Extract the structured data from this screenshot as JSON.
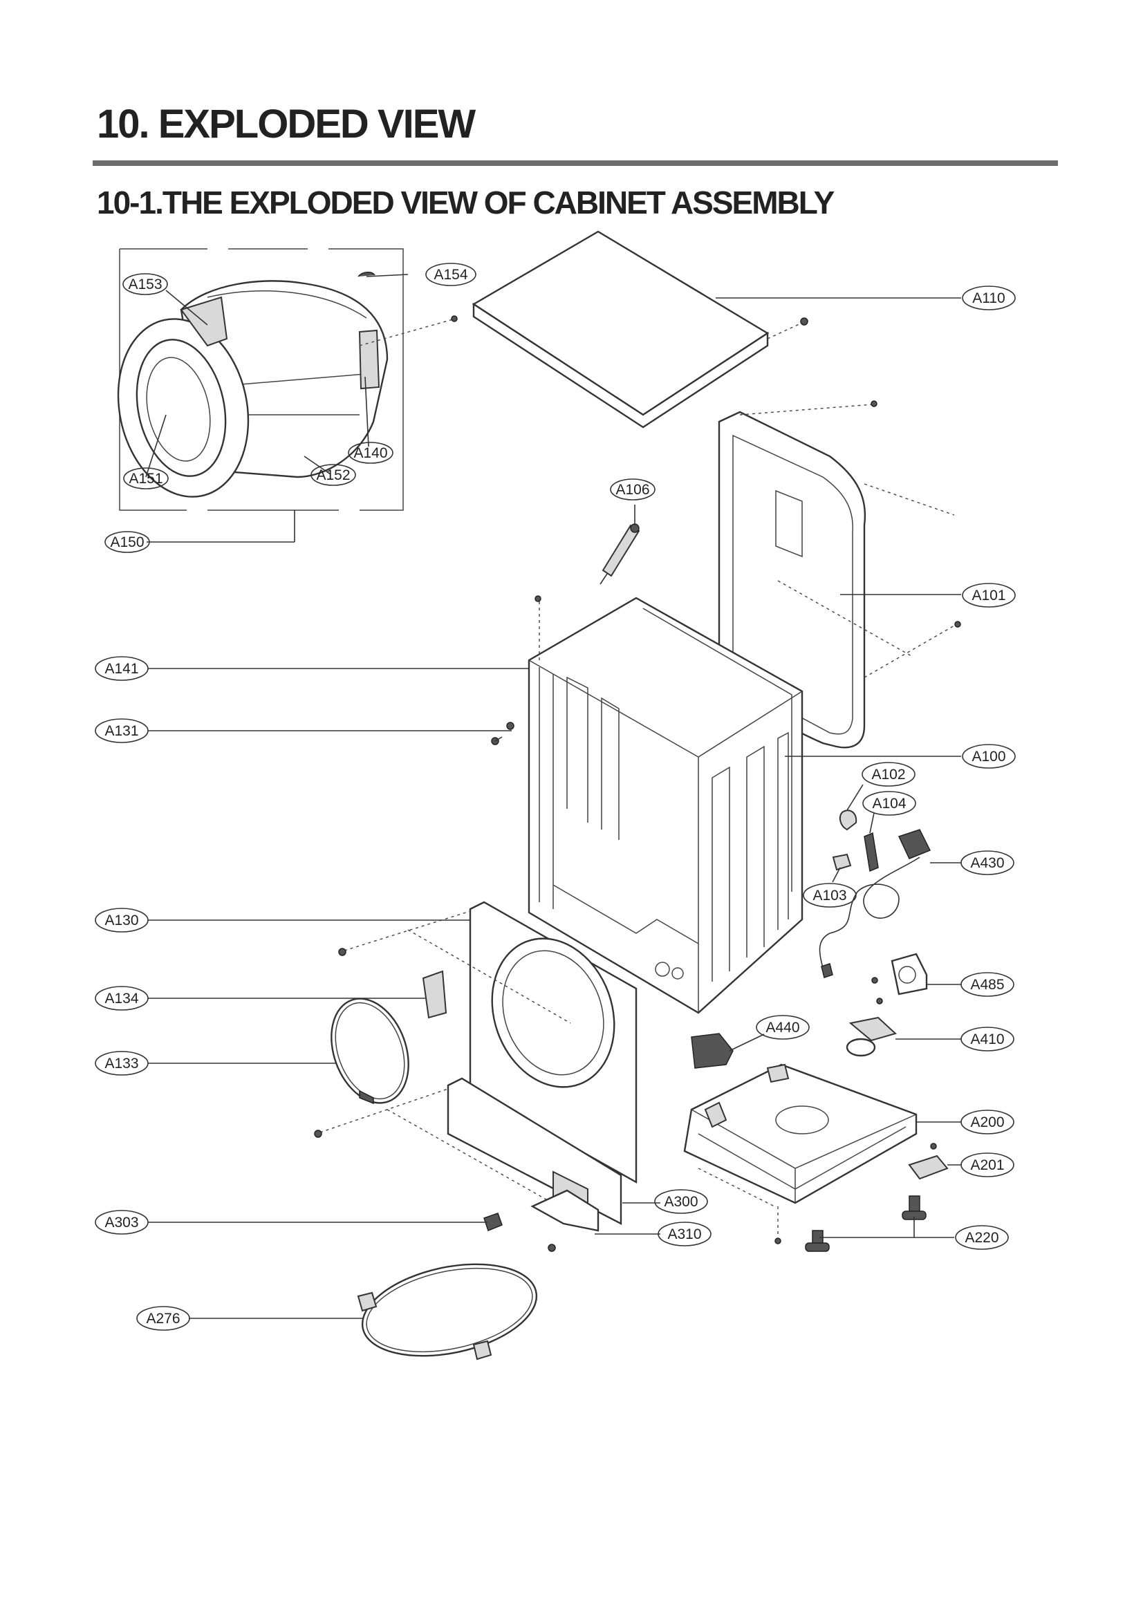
{
  "header": {
    "title": "10. EXPLODED VIEW",
    "subtitle": "10-1.THE EXPLODED VIEW OF CABINET ASSEMBLY"
  },
  "parts": {
    "A153": "A153",
    "A154": "A154",
    "A110": "A110",
    "A140": "A140",
    "A151": "A151",
    "A152": "A152",
    "A150": "A150",
    "A106": "A106",
    "A101": "A101",
    "A141": "A141",
    "A131": "A131",
    "A100": "A100",
    "A102": "A102",
    "A104": "A104",
    "A430": "A430",
    "A103": "A103",
    "A130": "A130",
    "A134": "A134",
    "A485": "A485",
    "A440": "A440",
    "A410": "A410",
    "A133": "A133",
    "A200": "A200",
    "A201": "A201",
    "A300": "A300",
    "A303": "A303",
    "A310": "A310",
    "A220": "A220",
    "A276": "A276"
  }
}
